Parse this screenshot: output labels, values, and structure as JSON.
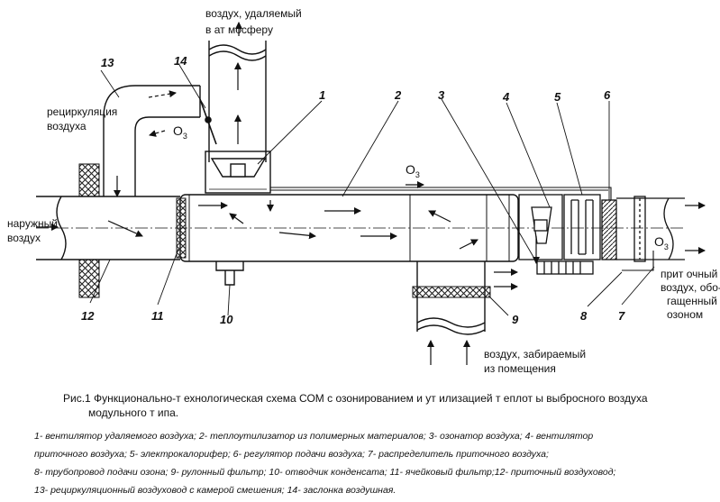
{
  "labels": {
    "exhaust_top_1": "воздух, удаляемый",
    "exhaust_top_2": "в ат мосферу",
    "recirc_1": "рециркуляция",
    "recirc_2": "воздуха",
    "outside_1": "наружный",
    "outside_2": "воздух",
    "room_1": "воздух, забираемый",
    "room_2": "из помещения",
    "supply_1": "прит очный",
    "supply_2": "воздух, обо-",
    "supply_3": "гащенный",
    "supply_4": "озоном",
    "o3_main": "O",
    "o3_sub": "3"
  },
  "numbers": [
    "1",
    "2",
    "3",
    "4",
    "5",
    "6",
    "7",
    "8",
    "9",
    "10",
    "11",
    "12",
    "13",
    "14"
  ],
  "caption": {
    "line1": "Рис.1   Функционально-т ехнологическая схема СОМ с озонированием и ут илизацией т еплот ы выбросного воздуха",
    "line2": "модульного т ипа."
  },
  "legend": [
    "1- вентилятор удаляемого воздуха; 2- теплоутилизатор из полимерных материалов; 3- озонатор воздуха; 4- вентилятор",
    "приточного воздуха; 5- электрокалорифер; 6- регулятор подачи воздуха; 7- распределитель приточного воздуха;",
    "8- трубопровод подачи озона; 9- рулонный фильтр; 10- отводчик конденсата; 11- ячейковый фильтр;12- приточный воздуховод;",
    "13- рециркуляционный  воздуховод с камерой смешения; 14- заслонка воздушная."
  ]
}
